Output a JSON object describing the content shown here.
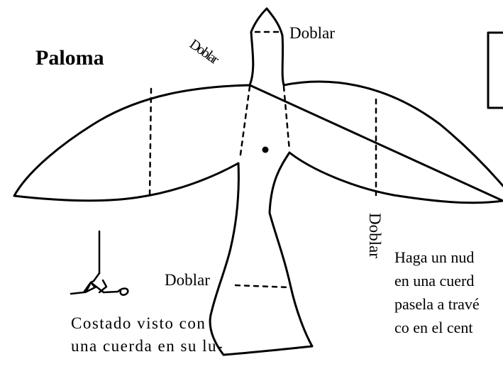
{
  "title": "Paloma",
  "fold_labels": {
    "top": "Doblar",
    "diagonal": "Doblar",
    "vertical": "Doblar",
    "tail": "Doblar"
  },
  "side_note": {
    "line1": "Costado visto con",
    "line2": "una cuerda en su lu-"
  },
  "instructions": {
    "line1": "Haga un nud",
    "line2": "en una cuerd",
    "line3": "pasela a travé",
    "line4": "co en el cent"
  },
  "colors": {
    "ink": "#000000",
    "paper": "#ffffff"
  }
}
